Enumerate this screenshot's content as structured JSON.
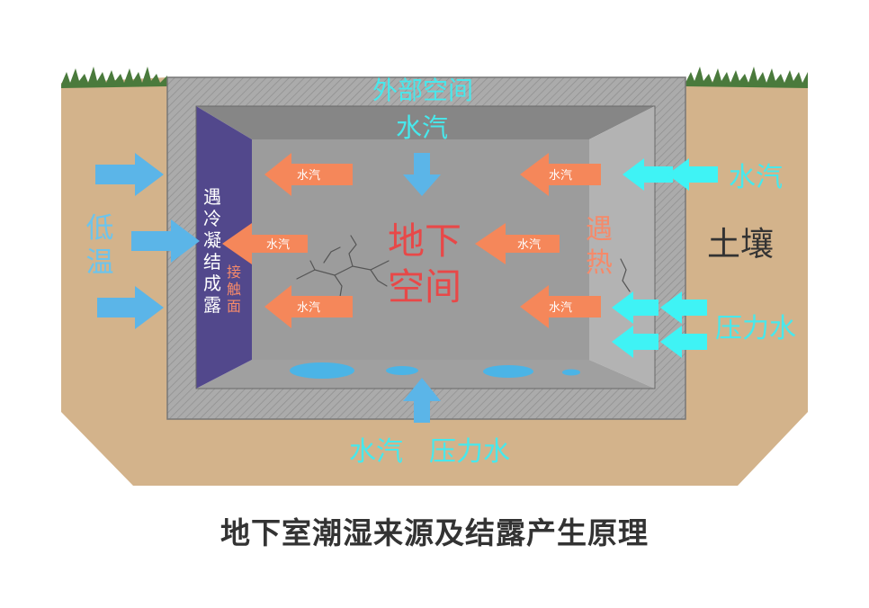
{
  "labels": {
    "outer_space": "外部空间",
    "vapor_top": "水汽",
    "vapor_right": "水汽",
    "soil": "土壤",
    "pressure_water_right": "压力水",
    "vapor_bottom": "水汽",
    "pressure_water_bottom": "压力水",
    "low_temp_1": "低",
    "low_temp_2": "温",
    "center_1": "地下",
    "center_2": "空间",
    "heat_1": "遇",
    "heat_2": "热",
    "condense": [
      "遇",
      "冷",
      "凝",
      "结",
      "成",
      "露"
    ],
    "contact": [
      "接",
      "触",
      "面"
    ],
    "inner_arrow": "水汽"
  },
  "caption": "地下室潮湿来源及结露产生原理",
  "colors": {
    "soil": "#d3b38b",
    "grass": "#4a7a3c",
    "wall_hatch": "#a8a8a8",
    "room_back": "#9c9c9c",
    "room_ceiling": "#868686",
    "room_side": "#b3b3b3",
    "room_floor": "#a0a0a0",
    "cold_wall": "#52488c",
    "blue_arrow": "#5bb5e8",
    "cyan_arrow": "#3ff3f5",
    "orange_arrow": "#f5875a",
    "center_text": "#e84848",
    "heat_text": "#f58a6a",
    "cyan_text": "#47e8ec",
    "blue_text": "#6cc4ec",
    "water": "#4bb4e6"
  }
}
